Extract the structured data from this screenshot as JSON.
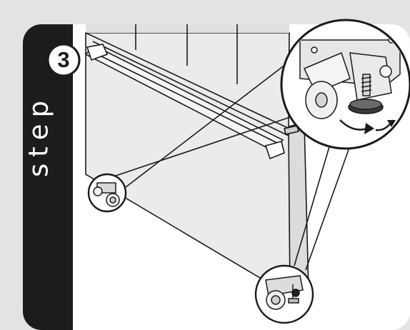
{
  "step_badge": {
    "number": "3",
    "word": "step"
  },
  "colors": {
    "background": "#e3e3e3",
    "panel": "#ffffff",
    "sidebar": "#1c1c1c",
    "line": "#1a1a1a"
  },
  "icons": {
    "badge_circle": "step-number-circle",
    "magnifier": "zoomed-caster-icon",
    "rotate_arrows": "rotate-arrow-icon"
  }
}
